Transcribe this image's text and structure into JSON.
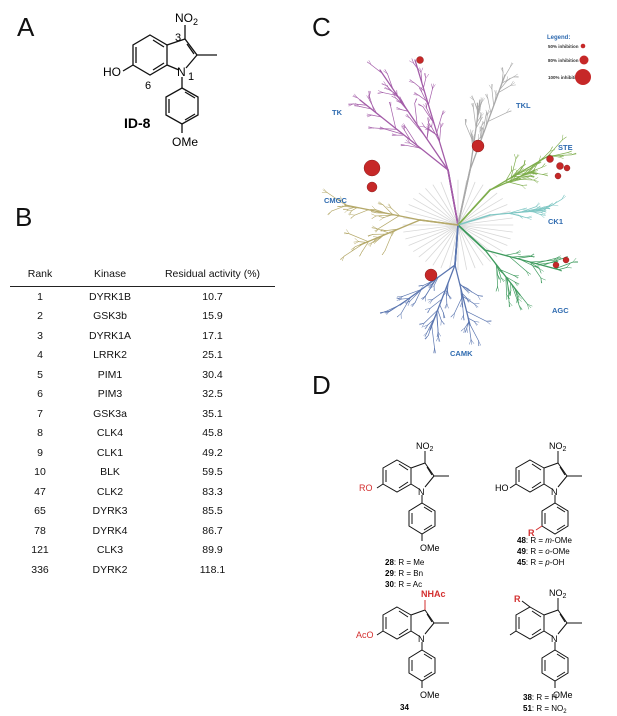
{
  "panels": {
    "a": "A",
    "b": "B",
    "c": "C",
    "d": "D"
  },
  "panelA": {
    "no2": "NO",
    "no2sub": "2",
    "pos3": "3",
    "ho": "HO",
    "pos6": "6",
    "n": "N",
    "pos1": "1",
    "compound": "ID-8",
    "ome": "OMe"
  },
  "table": {
    "headers": [
      "Rank",
      "Kinase",
      "Residual activity (%)"
    ],
    "rows": [
      [
        "1",
        "DYRK1B",
        "10.7"
      ],
      [
        "2",
        "GSK3b",
        "15.9"
      ],
      [
        "3",
        "DYRK1A",
        "17.1"
      ],
      [
        "4",
        "LRRK2",
        "25.1"
      ],
      [
        "5",
        "PIM1",
        "30.4"
      ],
      [
        "6",
        "PIM3",
        "32.5"
      ],
      [
        "7",
        "GSK3a",
        "35.1"
      ],
      [
        "8",
        "CLK4",
        "45.8"
      ],
      [
        "9",
        "CLK1",
        "49.2"
      ],
      [
        "10",
        "BLK",
        "59.5"
      ],
      [
        "47",
        "CLK2",
        "83.3"
      ],
      [
        "65",
        "DYRK3",
        "85.5"
      ],
      [
        "78",
        "DYRK4",
        "86.7"
      ],
      [
        "121",
        "CLK3",
        "89.9"
      ],
      [
        "336",
        "DYRK2",
        "118.1"
      ]
    ]
  },
  "kinome": {
    "groups": [
      {
        "name": "TK",
        "color": "#a35ca8"
      },
      {
        "name": "TKL",
        "color": "#a8a8a8"
      },
      {
        "name": "STE",
        "color": "#7fae4d"
      },
      {
        "name": "CK1",
        "color": "#7fc7c4"
      },
      {
        "name": "AGC",
        "color": "#3f9b5e"
      },
      {
        "name": "CAMK",
        "color": "#5b76b0"
      },
      {
        "name": "CMGC",
        "color": "#b5a96a"
      }
    ],
    "legend": {
      "title": "Legend:",
      "items": [
        "50% inhibition",
        "80% inhibition",
        "100% inhibition"
      ]
    },
    "hit_color": "#c62828"
  },
  "panelD": {
    "s1": {
      "sub": "RO",
      "no2": "NO",
      "no2sub": "2",
      "n": "N",
      "ome": "OMe",
      "labels": [
        {
          "num": "28",
          "txt": ": R = Me"
        },
        {
          "num": "29",
          "txt": ": R = Bn"
        },
        {
          "num": "30",
          "txt": ": R = Ac"
        }
      ]
    },
    "s2": {
      "sub": "HO",
      "no2": "NO",
      "no2sub": "2",
      "n": "N",
      "r": "R",
      "labels": [
        {
          "num": "48",
          "txt": ": R = ",
          "it": "m",
          "txt2": "-OMe"
        },
        {
          "num": "49",
          "txt": ": R = ",
          "it": "o",
          "txt2": "-OMe"
        },
        {
          "num": "45",
          "txt": ": R = ",
          "it": "p",
          "txt2": "-OH"
        }
      ]
    },
    "s3": {
      "sub": "AcO",
      "nhac": "NHAc",
      "n": "N",
      "ome": "OMe",
      "num": "34"
    },
    "s4": {
      "r": "R",
      "no2": "NO",
      "no2sub": "2",
      "n": "N",
      "ome": "OMe",
      "labels": [
        {
          "num": "38",
          "txt": ": R = H"
        },
        {
          "num": "51",
          "txt": ": R = NO",
          "sub": "2"
        }
      ]
    }
  }
}
